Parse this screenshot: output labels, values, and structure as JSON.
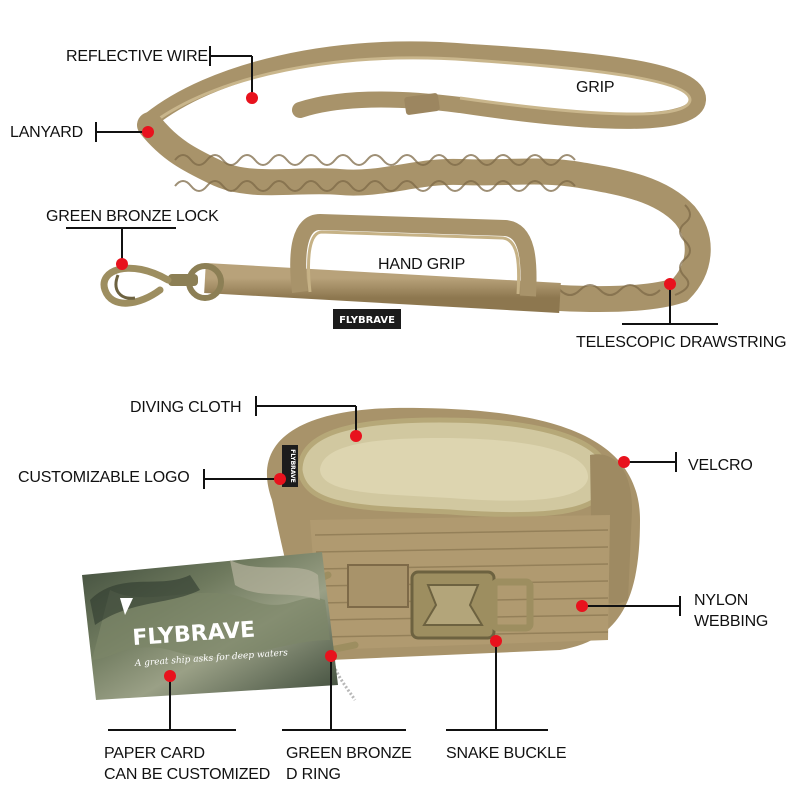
{
  "colors": {
    "webbing": "#a8936a",
    "webbing_dark": "#7e6a48",
    "liner": "#d1c8a0",
    "brass": "#9d8e60",
    "marker": "#e8121d",
    "line": "#111111",
    "camo_dark": "#4b5a45"
  },
  "labels": {
    "reflective_wire": "REFLECTIVE WIRE",
    "grip": "GRIP",
    "lanyard": "LANYARD",
    "green_bronze_lock": "GREEN BRONZE LOCK",
    "hand_grip": "HAND GRIP",
    "telescopic_drawstring": "TELESCOPIC DRAWSTRING",
    "diving_cloth": "DIVING CLOTH",
    "customizable_logo": "CUSTOMIZABLE LOGO",
    "velcro": "VELCRO",
    "nylon_webbing": "NYLON\nWEBBING",
    "paper_card": "PAPER CARD\nCAN BE CUSTOMIZED",
    "green_bronze_d_ring": "GREEN BRONZE\nD RING",
    "snake_buckle": "SNAKE BUCKLE"
  },
  "brand": {
    "leash_tag": "FLYBRAVE",
    "card_logo": "FLYBRAVE",
    "card_tagline": "A great ship asks for deep waters",
    "collar_tag": "FLYBRAVE"
  }
}
